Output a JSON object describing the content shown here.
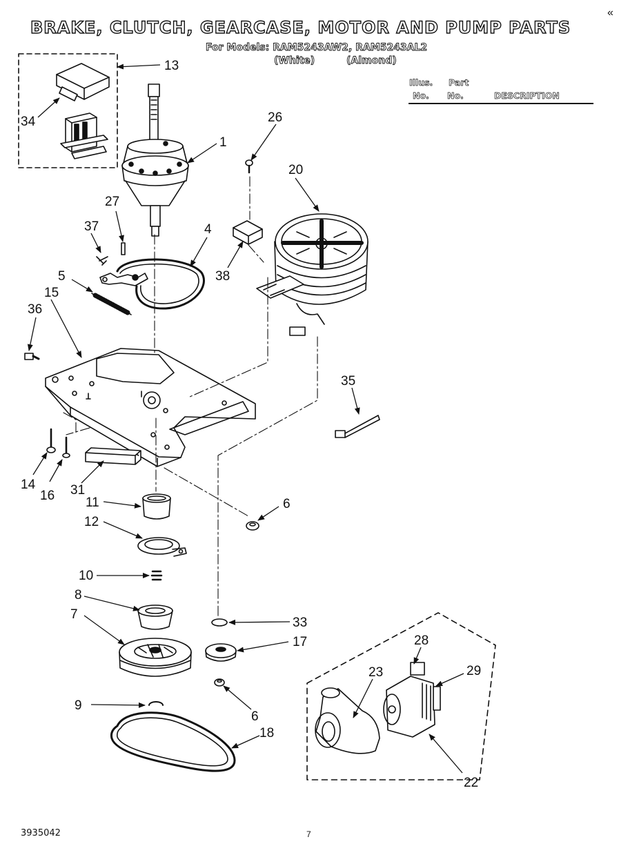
{
  "header": {
    "title": "BRAKE, CLUTCH, GEARCASE, MOTOR AND PUMP PARTS",
    "models_line": "For Models: RAM5243AW2, RAM5243AL2",
    "variants": [
      "(White)",
      "(Almond)"
    ],
    "corner_mark": "«"
  },
  "parts_table": {
    "col1_line1": "Illus.",
    "col1_line2": "No.",
    "col2_line1": "Part",
    "col2_line2": "No.",
    "col3": "DESCRIPTION"
  },
  "callouts": {
    "c1": "1",
    "c4": "4",
    "c5": "5",
    "c6a": "6",
    "c6b": "6",
    "c7": "7",
    "c8": "8",
    "c9": "9",
    "c10": "10",
    "c11": "11",
    "c12": "12",
    "c13": "13",
    "c14": "14",
    "c15": "15",
    "c16": "16",
    "c17": "17",
    "c18": "18",
    "c20": "20",
    "c22": "22",
    "c23": "23",
    "c26": "26",
    "c27": "27",
    "c28": "28",
    "c29": "29",
    "c31": "31",
    "c33": "33",
    "c34": "34",
    "c35": "35",
    "c36": "36",
    "c37": "37",
    "c38": "38"
  },
  "footer": {
    "doc_number": "3935042",
    "page_number": "7"
  }
}
